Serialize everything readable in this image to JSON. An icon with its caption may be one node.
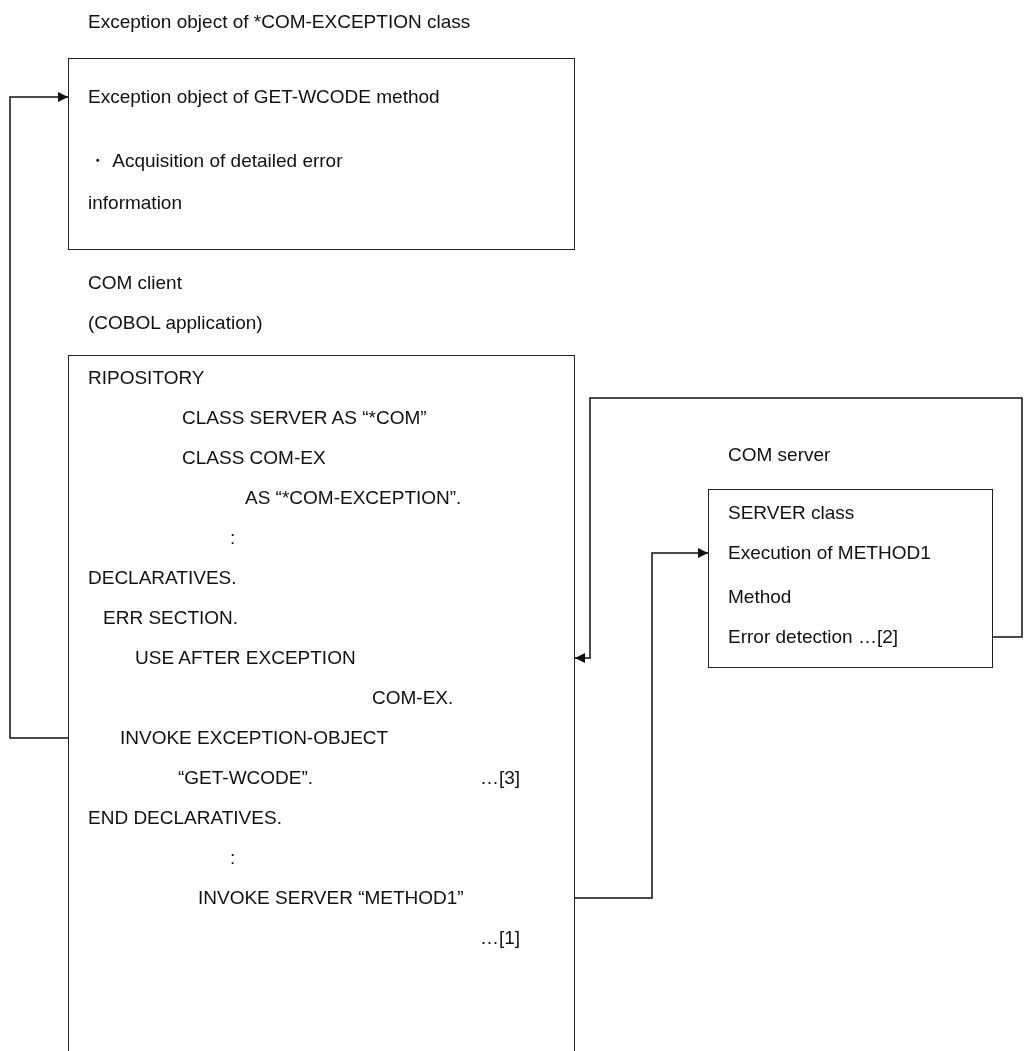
{
  "diagram": {
    "nodes": [
      {
        "text": [
          "Exception object of *COM-EXCEPTION class",
          "Exception object of GET-WCODE method",
          "・ Acquisition of detailed error information"
        ]
      },
      {
        "text": [
          "COM client",
          "(COBOL application)",
          "RIPOSITORY",
          "CLASS SERVER AS “*COM”",
          "CLASS COM-EX",
          "AS “*COM-EXCEPTION”.",
          ":",
          "DECLARATIVES.",
          "ERR SECTION.",
          "USE AFTER EXCEPTION",
          "COM-EX.",
          "INVOKE EXCEPTION-OBJECT",
          "“GET-WCODE”.",
          "…[3]",
          "END DECLARATIVES.",
          ":",
          "INVOKE SERVER “METHOD1”",
          "…[1]"
        ]
      },
      {
        "text": [
          "COM server",
          "SERVER class",
          "Execution of METHOD1",
          "Method",
          "Error detection …[2]"
        ]
      }
    ],
    "edges": [
      {
        "from": 1,
        "to": 0,
        "arrow": "to"
      },
      {
        "from": 1,
        "to": 2,
        "arrow": "to"
      },
      {
        "from": 2,
        "to": 1,
        "arrow": "to"
      }
    ]
  }
}
